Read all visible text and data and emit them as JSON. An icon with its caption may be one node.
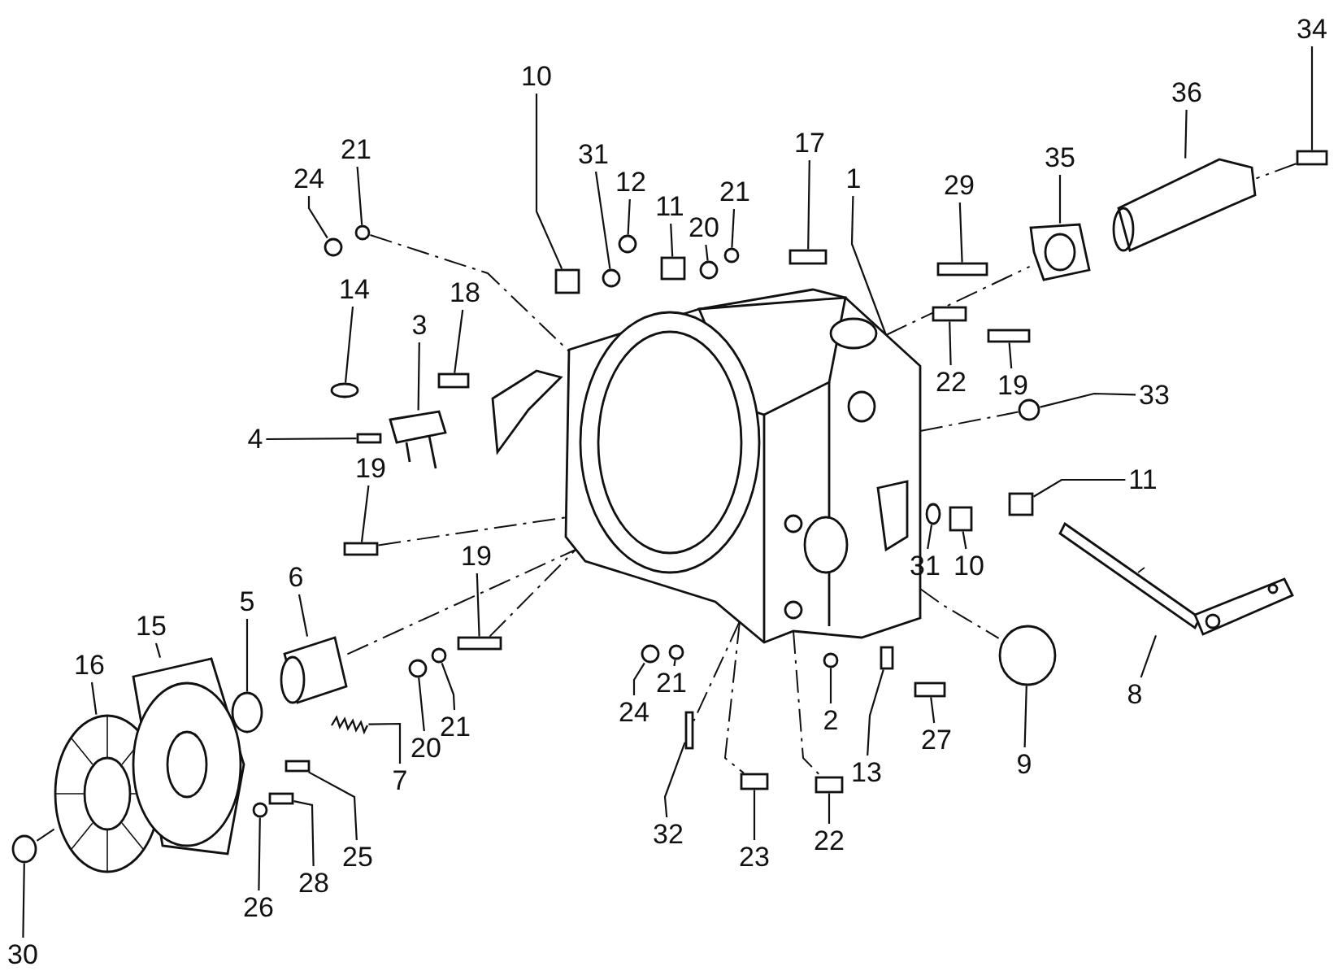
{
  "diagram": {
    "nodes": [
      {
        "text": [
          "34"
        ]
      },
      {
        "text": [
          "10"
        ]
      },
      {
        "text": [
          "36"
        ]
      },
      {
        "text": [
          "21"
        ]
      },
      {
        "text": [
          "31"
        ]
      },
      {
        "text": [
          "24"
        ]
      },
      {
        "text": [
          "12"
        ]
      },
      {
        "text": [
          "35"
        ]
      },
      {
        "text": [
          "1"
        ]
      },
      {
        "text": [
          "29"
        ]
      },
      {
        "text": [
          "21"
        ]
      },
      {
        "text": [
          "11"
        ]
      },
      {
        "text": [
          "20"
        ]
      },
      {
        "text": [
          "17"
        ]
      },
      {
        "text": [
          "14"
        ]
      },
      {
        "text": [
          "18"
        ]
      },
      {
        "text": [
          "3"
        ]
      },
      {
        "text": [
          "22"
        ]
      },
      {
        "text": [
          "19"
        ]
      },
      {
        "text": [
          "33"
        ]
      },
      {
        "text": [
          "4"
        ]
      },
      {
        "text": [
          "19"
        ]
      },
      {
        "text": [
          "11"
        ]
      },
      {
        "text": [
          "19"
        ]
      },
      {
        "text": [
          "6"
        ]
      },
      {
        "text": [
          "5"
        ]
      },
      {
        "text": [
          "15"
        ]
      },
      {
        "text": [
          "31"
        ]
      },
      {
        "text": [
          "10"
        ]
      },
      {
        "text": [
          "16"
        ]
      },
      {
        "text": [
          "21"
        ]
      },
      {
        "text": [
          "8"
        ]
      },
      {
        "text": [
          "24"
        ]
      },
      {
        "text": [
          "2"
        ]
      },
      {
        "text": [
          "21"
        ]
      },
      {
        "text": [
          "20"
        ]
      },
      {
        "text": [
          "27"
        ]
      },
      {
        "text": [
          "9"
        ]
      },
      {
        "text": [
          "13"
        ]
      },
      {
        "text": [
          "7"
        ]
      },
      {
        "text": [
          "32"
        ]
      },
      {
        "text": [
          "22"
        ]
      },
      {
        "text": [
          "25"
        ]
      },
      {
        "text": [
          "23"
        ]
      },
      {
        "text": [
          "28"
        ]
      },
      {
        "text": [
          "26"
        ]
      },
      {
        "text": [
          "30"
        ]
      },
      {
        "text": [],
        "shape": "circle"
      },
      {
        "text": [],
        "shape": "picture"
      },
      {
        "text": [],
        "shape": "picture"
      },
      {
        "text": [],
        "shape": "circle"
      },
      {
        "text": [],
        "shape": "circle"
      },
      {
        "text": [],
        "shape": "box"
      },
      {
        "text": [],
        "shape": "box"
      },
      {
        "text": [],
        "shape": "picture"
      },
      {
        "text": [],
        "shape": "circle"
      },
      {
        "text": [],
        "shape": "circle"
      },
      {
        "text": [],
        "shape": "picture"
      },
      {
        "text": [],
        "shape": "box"
      },
      {
        "text": [],
        "shape": "circle"
      },
      {
        "text": [],
        "shape": "box"
      },
      {
        "text": [],
        "shape": "picture"
      },
      {
        "text": [],
        "shape": "circle"
      },
      {
        "text": [],
        "shape": "circle"
      },
      {
        "text": [],
        "shape": "box"
      },
      {
        "text": [],
        "shape": "box"
      },
      {
        "text": [],
        "shape": "box"
      },
      {
        "text": [],
        "shape": "circle"
      },
      {
        "text": [],
        "shape": "circle"
      },
      {
        "text": [],
        "shape": "circle"
      },
      {
        "text": [],
        "shape": "circle"
      },
      {
        "text": [],
        "shape": "box"
      },
      {
        "text": [],
        "shape": "box"
      },
      {
        "text": [],
        "shape": "circle"
      },
      {
        "text": [],
        "shape": "circle"
      },
      {
        "text": [],
        "shape": "picture"
      },
      {
        "text": [],
        "shape": "box"
      },
      {
        "text": [],
        "shape": "box"
      },
      {
        "text": [],
        "shape": "box"
      },
      {
        "text": [],
        "shape": "circle"
      },
      {
        "text": [],
        "shape": "box"
      },
      {
        "text": [],
        "shape": "circle"
      },
      {
        "text": [],
        "shape": "box"
      },
      {
        "text": [],
        "shape": "box"
      },
      {
        "text": [],
        "shape": "box"
      },
      {
        "text": [],
        "shape": "box"
      },
      {
        "text": [],
        "shape": "box"
      },
      {
        "text": [],
        "shape": "box"
      },
      {
        "text": [],
        "shape": "circle"
      },
      {
        "text": [],
        "shape": "circle"
      },
      {
        "text": [],
        "shape": "picture"
      },
      {
        "text": [],
        "shape": "picture"
      },
      {
        "text": [],
        "shape": "picture"
      },
      {
        "text": [],
        "shape": "box"
      }
    ],
    "edges": [
      {
        "from": 0,
        "to": 93,
        "arrow": "none"
      },
      {
        "from": 1,
        "to": 66,
        "arrow": "none"
      },
      {
        "from": 2,
        "to": 92,
        "arrow": "none"
      },
      {
        "from": 3,
        "to": 59,
        "arrow": "none"
      },
      {
        "from": 4,
        "to": 67,
        "arrow": "none"
      },
      {
        "from": 5,
        "to": 55,
        "arrow": "none"
      },
      {
        "from": 6,
        "to": 68,
        "arrow": "none"
      },
      {
        "from": 7,
        "to": 90,
        "arrow": "none"
      },
      {
        "from": 8,
        "to": 75,
        "arrow": "none"
      },
      {
        "from": 9,
        "to": 85,
        "arrow": "none"
      },
      {
        "from": 10,
        "to": 74,
        "arrow": "none"
      },
      {
        "from": 11,
        "to": 71,
        "arrow": "none"
      },
      {
        "from": 12,
        "to": 73,
        "arrow": "none"
      },
      {
        "from": 13,
        "to": 77,
        "arrow": "none"
      },
      {
        "from": 14,
        "to": 56,
        "arrow": "none"
      },
      {
        "from": 15,
        "to": 64,
        "arrow": "none"
      },
      {
        "from": 16,
        "to": 61,
        "arrow": "none"
      },
      {
        "from": 17,
        "to": 83,
        "arrow": "none"
      },
      {
        "from": 18,
        "to": 86,
        "arrow": "none"
      },
      {
        "from": 19,
        "to": 89,
        "arrow": "none"
      },
      {
        "from": 20,
        "to": 60,
        "arrow": "none"
      },
      {
        "from": 21,
        "to": 58,
        "arrow": "none"
      },
      {
        "from": 22,
        "to": 87,
        "arrow": "none"
      },
      {
        "from": 23,
        "to": 65,
        "arrow": "none"
      },
      {
        "from": 24,
        "to": 54,
        "arrow": "none"
      },
      {
        "from": 25,
        "to": 50,
        "arrow": "none"
      },
      {
        "from": 26,
        "to": 49,
        "arrow": "none"
      },
      {
        "from": 27,
        "to": 81,
        "arrow": "none"
      },
      {
        "from": 28,
        "to": 84,
        "arrow": "none"
      },
      {
        "from": 29,
        "to": 48,
        "arrow": "none"
      },
      {
        "from": 30,
        "to": 70,
        "arrow": "none"
      },
      {
        "from": 31,
        "to": 91,
        "arrow": "none"
      },
      {
        "from": 32,
        "to": 69,
        "arrow": "none"
      },
      {
        "from": 33,
        "to": 79,
        "arrow": "none"
      },
      {
        "from": 34,
        "to": 63,
        "arrow": "none"
      },
      {
        "from": 35,
        "to": 62,
        "arrow": "none"
      },
      {
        "from": 36,
        "to": 82,
        "arrow": "none"
      },
      {
        "from": 37,
        "to": 88,
        "arrow": "none"
      },
      {
        "from": 38,
        "to": 80,
        "arrow": "none"
      },
      {
        "from": 39,
        "to": 57,
        "arrow": "none"
      },
      {
        "from": 40,
        "to": 72,
        "arrow": "none"
      },
      {
        "from": 41,
        "to": 78,
        "arrow": "none"
      },
      {
        "from": 42,
        "to": 53,
        "arrow": "none"
      },
      {
        "from": 43,
        "to": 76,
        "arrow": "none"
      },
      {
        "from": 44,
        "to": 52,
        "arrow": "none"
      },
      {
        "from": 45,
        "to": 51,
        "arrow": "none"
      },
      {
        "from": 46,
        "to": 47,
        "arrow": "none"
      },
      {
        "from": 59,
        "to": 75,
        "arrow": "none",
        "style": "dashed"
      },
      {
        "from": 58,
        "to": 75,
        "arrow": "none",
        "style": "dashed"
      },
      {
        "from": 65,
        "to": 75,
        "arrow": "none",
        "style": "dashed"
      },
      {
        "from": 54,
        "to": 75,
        "arrow": "none",
        "style": "dashed"
      },
      {
        "from": 75,
        "to": 90,
        "arrow": "none",
        "style": "dashed"
      },
      {
        "from": 75,
        "to": 89,
        "arrow": "none",
        "style": "dashed"
      },
      {
        "from": 75,
        "to": 88,
        "arrow": "none",
        "style": "dashed"
      },
      {
        "from": 93,
        "to": 92,
        "arrow": "none",
        "style": "dashed"
      },
      {
        "from": 75,
        "to": 72,
        "arrow": "none",
        "style": "dashed"
      },
      {
        "from": 75,
        "to": 76,
        "arrow": "none",
        "style": "dashed"
      },
      {
        "from": 75,
        "to": 78,
        "arrow": "none",
        "style": "dashed"
      },
      {
        "from": 47,
        "to": 48,
        "arrow": "none",
        "style": "dashed"
      }
    ]
  }
}
